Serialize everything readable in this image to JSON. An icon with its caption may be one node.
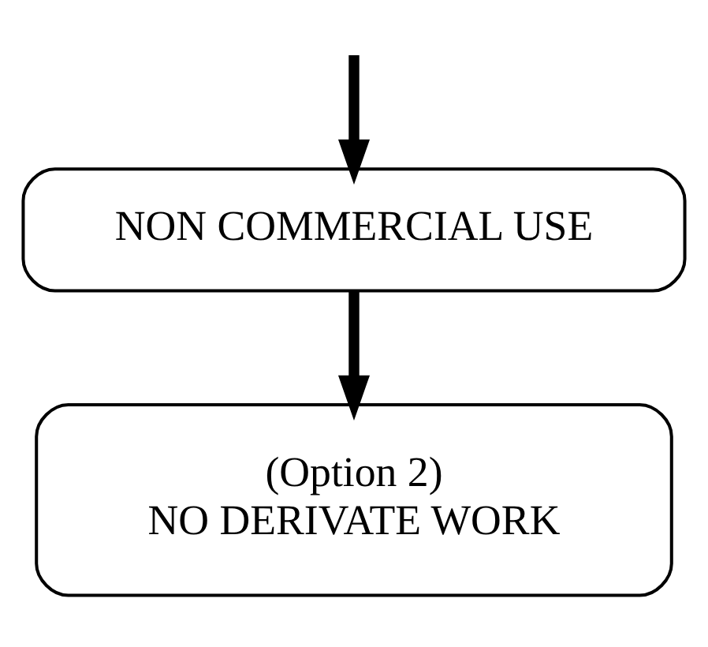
{
  "diagram": {
    "nodes": [
      {
        "text": [
          "NON COMMERCIAL USE"
        ]
      },
      {
        "text": [
          "(Option 2)",
          "NO DERIVATE WORK"
        ]
      }
    ],
    "edges": [
      {
        "from": null,
        "to": 0,
        "arrow": "to"
      },
      {
        "from": 0,
        "to": 1,
        "arrow": "to"
      }
    ]
  }
}
